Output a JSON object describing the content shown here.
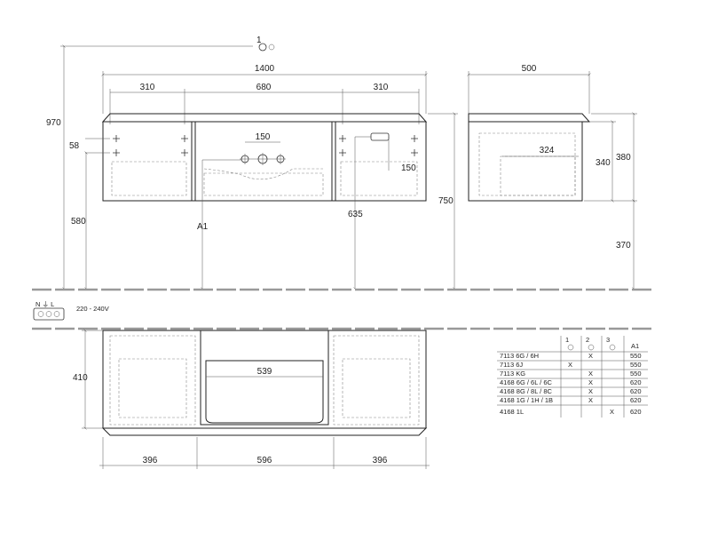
{
  "front_view": {
    "marker_1": "1",
    "overall_width": "1400",
    "left_section": "310",
    "center_section": "680",
    "right_section": "310",
    "tap_spacing": "150",
    "left_offset": "58",
    "right_offset": "150",
    "mount_height_left": "580",
    "mount_height_right": "635",
    "label_a1": "A1",
    "total_height": "970",
    "cabinet_height": "750"
  },
  "side_view": {
    "depth": "500",
    "inner_depth": "324",
    "body_height": "340",
    "total_height": "380",
    "floor_clearance": "370"
  },
  "plan_view": {
    "depth": "410",
    "basin_width": "539",
    "left_width": "396",
    "center_width": "596",
    "right_width": "396"
  },
  "electrical": {
    "terminals": "N ⏚ L",
    "voltage": "220 - 240V"
  },
  "table": {
    "headers": [
      "",
      "1",
      "2",
      "3",
      "A1"
    ],
    "rows": [
      {
        "model": "7113 6G / 6H",
        "c1": "",
        "c2": "X",
        "c3": "",
        "a1": "550"
      },
      {
        "model": "7113 6J",
        "c1": "X",
        "c2": "",
        "c3": "",
        "a1": "550"
      },
      {
        "model": "7113 KG",
        "c1": "",
        "c2": "X",
        "c3": "",
        "a1": "550"
      },
      {
        "model": "4168 6G / 6L / 6C",
        "c1": "",
        "c2": "X",
        "c3": "",
        "a1": "620"
      },
      {
        "model": "4168 8G / 8L / 8C",
        "c1": "",
        "c2": "X",
        "c3": "",
        "a1": "620"
      },
      {
        "model": "4168 1G / 1H / 1B",
        "c1": "",
        "c2": "X",
        "c3": "",
        "a1": "620"
      },
      {
        "model": "4168 1L",
        "c1": "",
        "c2": "",
        "c3": "X",
        "a1": "620"
      }
    ]
  }
}
